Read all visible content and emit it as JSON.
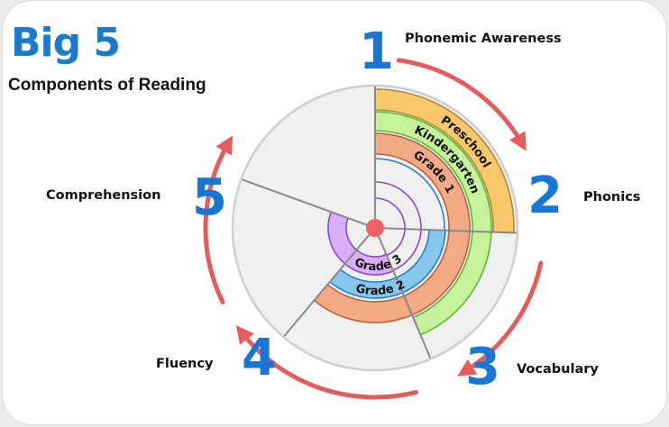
{
  "header": {
    "title": "Big 5",
    "subtitle": "Components of Reading"
  },
  "steps": [
    {
      "number": "1",
      "label": "Phonemic Awareness"
    },
    {
      "number": "2",
      "label": "Phonics"
    },
    {
      "number": "3",
      "label": "Vocabulary"
    },
    {
      "number": "4",
      "label": "Fluency"
    },
    {
      "number": "5",
      "label": "Comprehension"
    }
  ],
  "rings": [
    {
      "label": "Preschool",
      "color": "#f9c86b",
      "stroke": "#b08a3a",
      "components_covered": [
        "Phonemic Awareness"
      ]
    },
    {
      "label": "Kindergarten",
      "color": "#c5f29a",
      "stroke": "#5db834",
      "components_covered": [
        "Phonemic Awareness",
        "Phonics"
      ]
    },
    {
      "label": "Grade 1",
      "color": "#f5a985",
      "stroke": "#b4643f",
      "components_covered": [
        "Phonemic Awareness",
        "Phonics",
        "Vocabulary"
      ]
    },
    {
      "label": "Grade 2",
      "color": "#87c7ec",
      "stroke": "#2b7fc3",
      "components_covered": [
        "Phonics",
        "Vocabulary"
      ]
    },
    {
      "label": "Grade 3",
      "color": "#d9b0f5",
      "stroke": "#8b48d0",
      "components_covered": [
        "Vocabulary",
        "Fluency"
      ]
    }
  ],
  "colors": {
    "accent_blue": "#1976d2",
    "arrow_red": "#e35d5d",
    "center_dot": "#e86464",
    "disc_fill": "#f0f0f0"
  }
}
